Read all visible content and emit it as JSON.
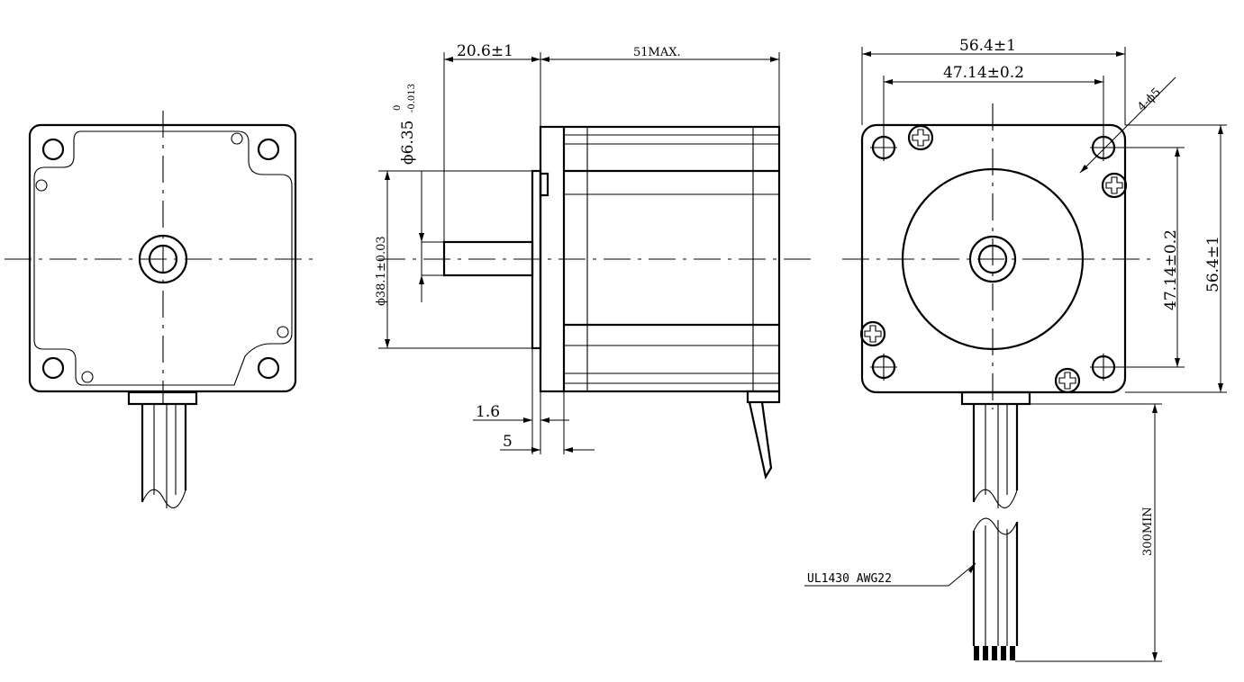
{
  "dimensions": {
    "shaft_extension": "20.6±1",
    "body_length": "51MAX.",
    "flange_width_total": "56.4±1",
    "hole_spacing_horizontal": "47.14±0.2",
    "hole_dia_prefix": "4-",
    "hole_dia_symbol": "ϕ",
    "hole_dia_value": "5",
    "hole_spacing_vertical": "47.14±0.2",
    "flange_height_total": "56.4±1",
    "shaft_dia_symbol": "ϕ",
    "shaft_dia_value": "6.35",
    "shaft_dia_tol_upper": "0",
    "shaft_dia_tol_lower": "-0.013",
    "pilot_dia_symbol": "ϕ",
    "pilot_dia_value": "38.1±0.03",
    "pilot_thickness": "1.6",
    "flange_thickness": "5",
    "lead_length": "300MIN",
    "cable_spec": "UL1430 AWG22"
  }
}
